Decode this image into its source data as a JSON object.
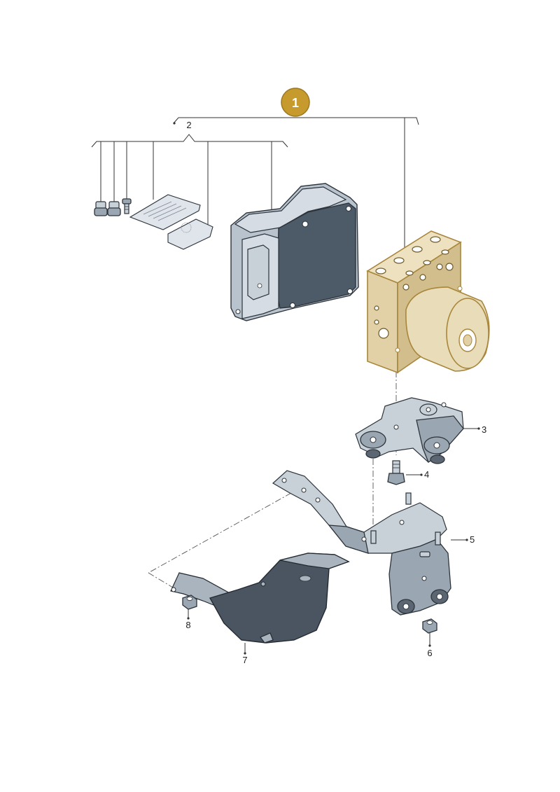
{
  "badge": {
    "number": "1",
    "color": "#c79a2e"
  },
  "callouts": [
    {
      "id": "2",
      "label": "2"
    },
    {
      "id": "3",
      "label": "3"
    },
    {
      "id": "4",
      "label": "4"
    },
    {
      "id": "5",
      "label": "5"
    },
    {
      "id": "6",
      "label": "6"
    },
    {
      "id": "7",
      "label": "7"
    },
    {
      "id": "8",
      "label": "8"
    }
  ],
  "colors": {
    "highlight_outline": "#a8863b",
    "part_dark": "#4d5a68",
    "part_light": "#c8d0d8"
  }
}
